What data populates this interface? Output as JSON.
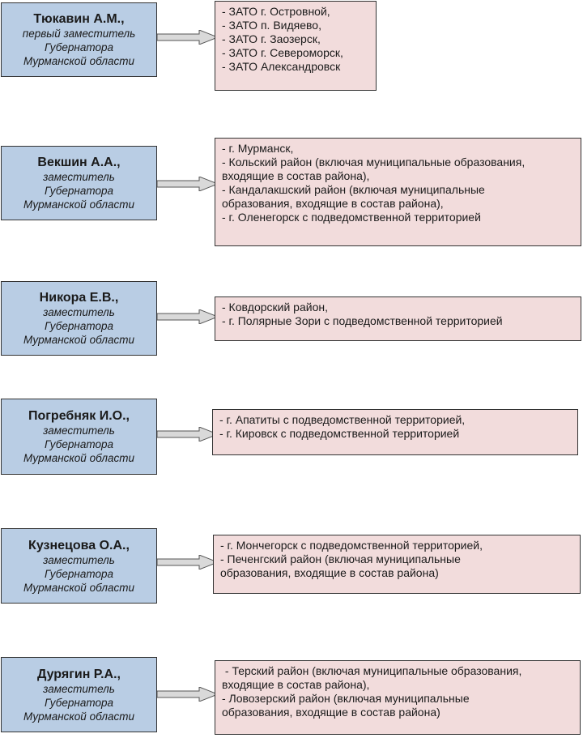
{
  "colors": {
    "person_fill": "#b9cde4",
    "area_fill": "#f2dcdc",
    "border": "#333333",
    "arrow_fill": "#d9d9d9",
    "arrow_stroke": "#555555"
  },
  "rows": [
    {
      "name": "Тюкавин А.М.,",
      "role": [
        "первый заместитель",
        "Губернатора",
        "Мурманской области"
      ],
      "areas": [
        "- ЗАТО г. Островной,",
        "- ЗАТО п. Видяево,",
        "- ЗАТО г. Заозерск,",
        "- ЗАТО г. Североморск,",
        "- ЗАТО Александровск"
      ]
    },
    {
      "name": "Векшин А.А.,",
      "role": [
        "заместитель",
        "Губернатора",
        "Мурманской области"
      ],
      "areas": [
        "- г. Мурманск,",
        "- Кольский район (включая муниципальные образования,",
        "входящие в состав района),",
        "- Кандалакшский район (включая муниципальные",
        "образования, входящие в состав района),",
        "- г. Оленегорск с подведомственной территорией"
      ]
    },
    {
      "name": "Никора Е.В.,",
      "role": [
        "заместитель",
        "Губернатора",
        "Мурманской области"
      ],
      "areas": [
        "- Ковдорский район,",
        "- г. Полярные Зори с подведомственной территорией"
      ]
    },
    {
      "name": "Погребняк И.О.,",
      "role": [
        "заместитель",
        "Губернатора",
        "Мурманской области"
      ],
      "areas": [
        "- г. Апатиты с подведомственной территорией,",
        "- г. Кировск с подведомственной территорией"
      ]
    },
    {
      "name": "Кузнецова О.А.,",
      "role": [
        "заместитель",
        "Губернатора",
        "Мурманской области"
      ],
      "areas": [
        "- г. Мончегорск с подведомственной территорией,",
        "- Печенгский район (включая муниципальные",
        "образования, входящие в состав района)"
      ]
    },
    {
      "name": "Дурягин Р.А.,",
      "role": [
        "заместитель",
        "Губернатора",
        "Мурманской области"
      ],
      "areas": [
        " - Терский район (включая муниципальные образования,",
        "входящие в состав района),",
        "- Ловозерский район (включая муниципальные",
        "образования, входящие в состав района)"
      ]
    }
  ]
}
